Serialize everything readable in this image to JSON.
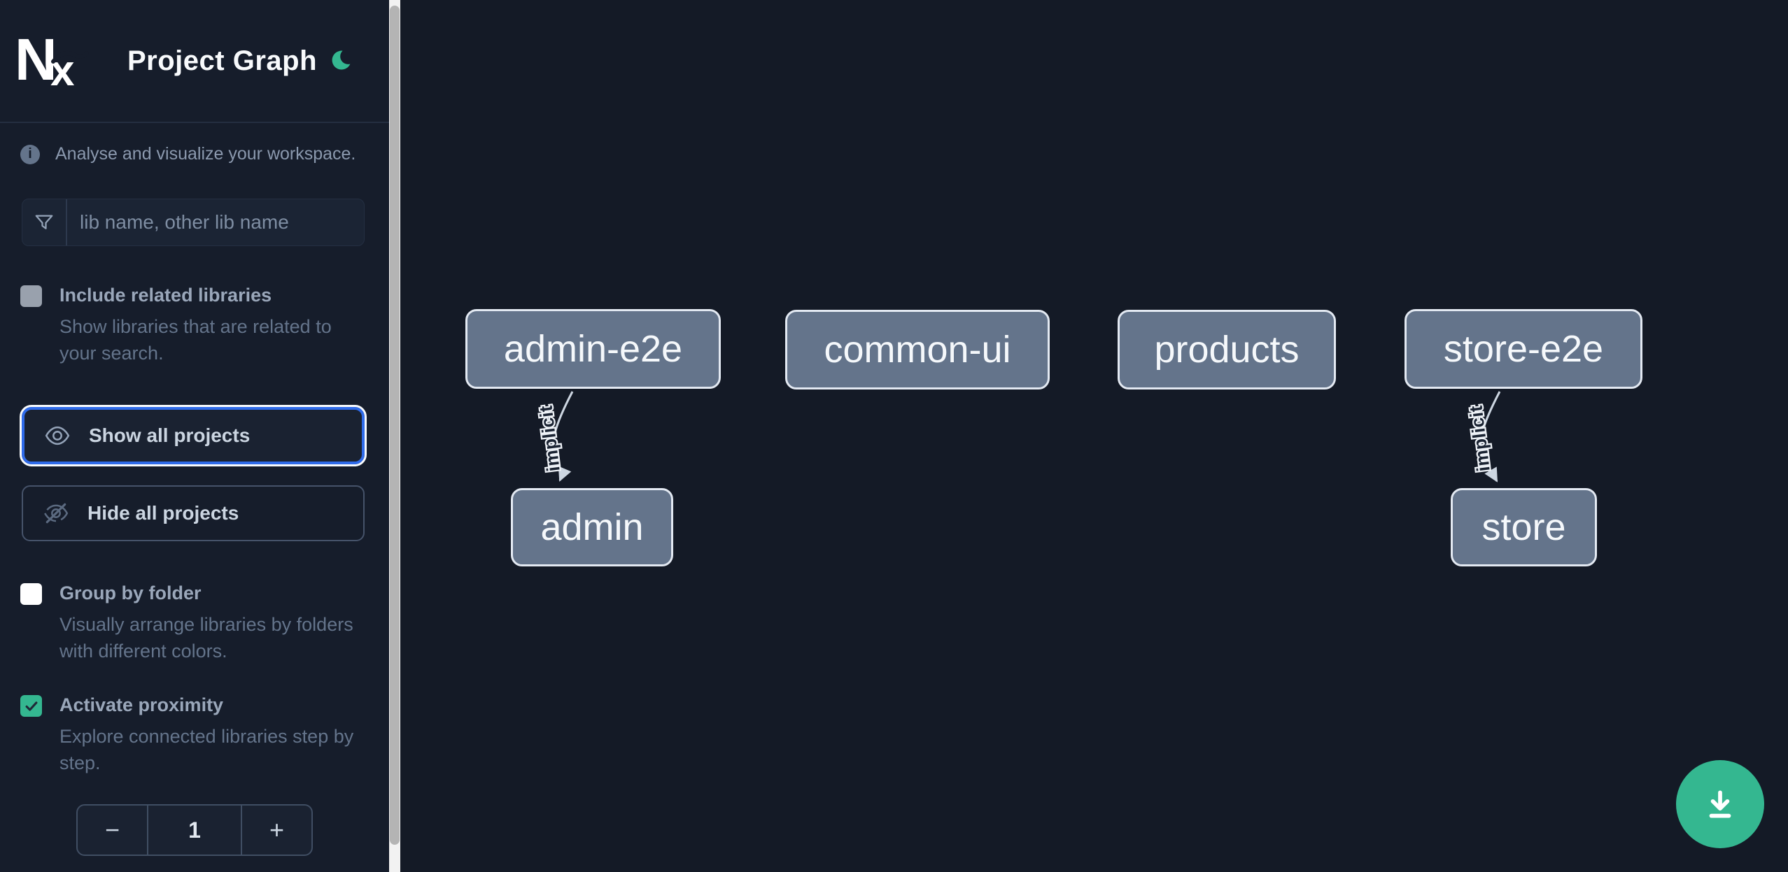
{
  "app": {
    "title": "Project Graph"
  },
  "info_banner": {
    "text": "Analyse and visualize your workspace."
  },
  "search": {
    "placeholder": "lib name, other lib name",
    "value": ""
  },
  "options": {
    "include_related": {
      "label": "Include related libraries",
      "description": "Show libraries that are related to your search.",
      "checked": false
    },
    "group_by_folder": {
      "label": "Group by folder",
      "description": "Visually arrange libraries by folders with different colors.",
      "checked": false
    },
    "activate_proximity": {
      "label": "Activate proximity",
      "description": "Explore connected libraries step by step.",
      "checked": true
    }
  },
  "actions": {
    "show_all": "Show all projects",
    "hide_all": "Hide all projects"
  },
  "proximity_stepper": {
    "decrement": "−",
    "value": "1",
    "increment": "+"
  },
  "graph": {
    "nodes": [
      {
        "label": "admin-e2e"
      },
      {
        "label": "common-ui"
      },
      {
        "label": "products"
      },
      {
        "label": "store-e2e"
      },
      {
        "label": "admin"
      },
      {
        "label": "store"
      }
    ],
    "edges": [
      {
        "source": "admin-e2e",
        "target": "admin",
        "label": "implicit"
      },
      {
        "source": "store-e2e",
        "target": "store",
        "label": "implicit"
      }
    ]
  },
  "colors": {
    "accent_green": "#34b790",
    "focus_blue": "#2f6bea",
    "node_fill": "#64748b",
    "sidebar_bg": "#161d2b",
    "canvas_bg": "#141a26"
  }
}
